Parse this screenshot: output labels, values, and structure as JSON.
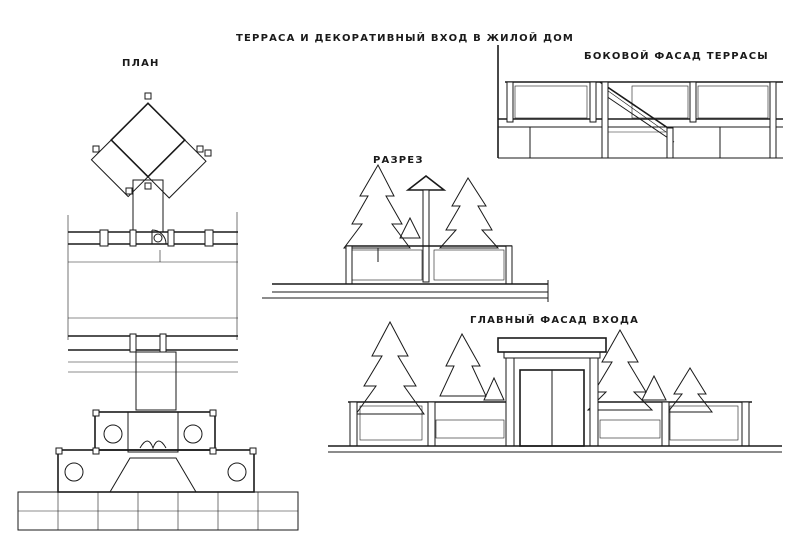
{
  "title": "ТЕРРАСА И ДЕКОРАТИВНЫЙ ВХОД В ЖИЛОЙ ДОМ",
  "views": {
    "plan": "ПЛАН",
    "side_facade": "БОКОВОЙ ФАСАД ТЕРРАСЫ",
    "section": "РАЗРЕЗ",
    "main_facade": "ГЛАВНЫЙ ФАСАД ВХОДА"
  },
  "colors": {
    "ink": "#1a1a1a",
    "paper": "#ffffff"
  }
}
